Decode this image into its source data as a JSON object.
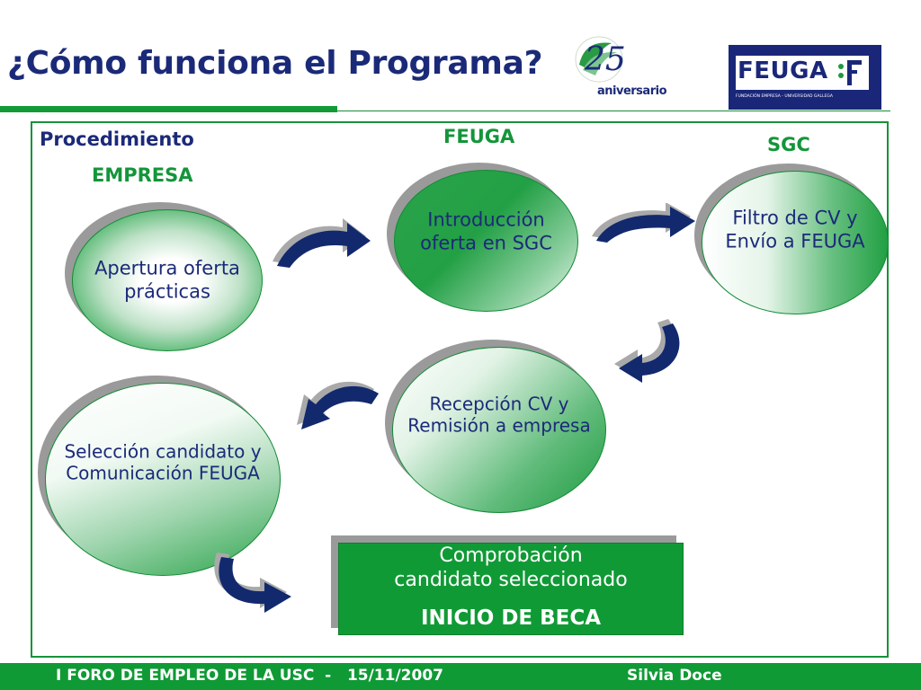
{
  "header": {
    "title": "¿Cómo funciona el Programa?",
    "anniversary_number": "25",
    "anniversary_label": "aniversario",
    "logo": {
      "name": "FEUGA",
      "tagline": "FUNDACIÓN EMPRESA - UNIVERSIDAD GALLEGA"
    }
  },
  "labels": {
    "procedure": "Procedimiento",
    "empresa": "EMPRESA",
    "feuga": "FEUGA",
    "sgc": "SGC"
  },
  "steps": [
    {
      "lines": [
        "Apertura oferta",
        "prácticas"
      ]
    },
    {
      "lines": [
        "Introducción",
        "oferta en SGC"
      ]
    },
    {
      "lines": [
        "Filtro de CV y",
        "Envío a FEUGA"
      ]
    },
    {
      "lines": [
        "Recepción CV y",
        "Remisión a empresa"
      ]
    },
    {
      "lines": [
        "Selección candidato y",
        "Comunicación FEUGA"
      ]
    }
  ],
  "final_box": {
    "line1": "Comprobación",
    "line2": "candidato seleccionado",
    "line3": "INICIO DE BECA"
  },
  "footer": {
    "left": "I FORO DE EMPLEO DE LA USC  -   15/11/2007",
    "right": "Silvia Doce"
  },
  "colors": {
    "navy": "#1b2a78",
    "green": "#14953a",
    "arrow": "#12296e"
  }
}
